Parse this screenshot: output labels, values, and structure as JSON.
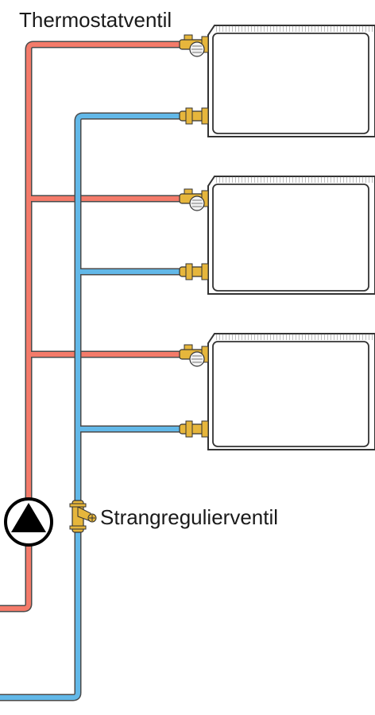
{
  "labels": {
    "thermostat_valve": "Thermostatventil",
    "balancing_valve": "Strangregulierventil"
  },
  "colors": {
    "supply_pipe": "#f47b6a",
    "return_pipe": "#62b8e8",
    "pipe_outline": "#4a4a4a",
    "valve_brass": "#e6b63c",
    "radiator_fill": "#ffffff",
    "radiator_outline": "#333333",
    "pump": "#000000"
  },
  "icons": {
    "pump": "circulation-pump-icon",
    "thermostat_valve": "thermostatic-valve-icon",
    "lockshield_valve": "return-valve-icon",
    "balancing_valve": "balancing-valve-icon"
  },
  "radiator_count": 3
}
